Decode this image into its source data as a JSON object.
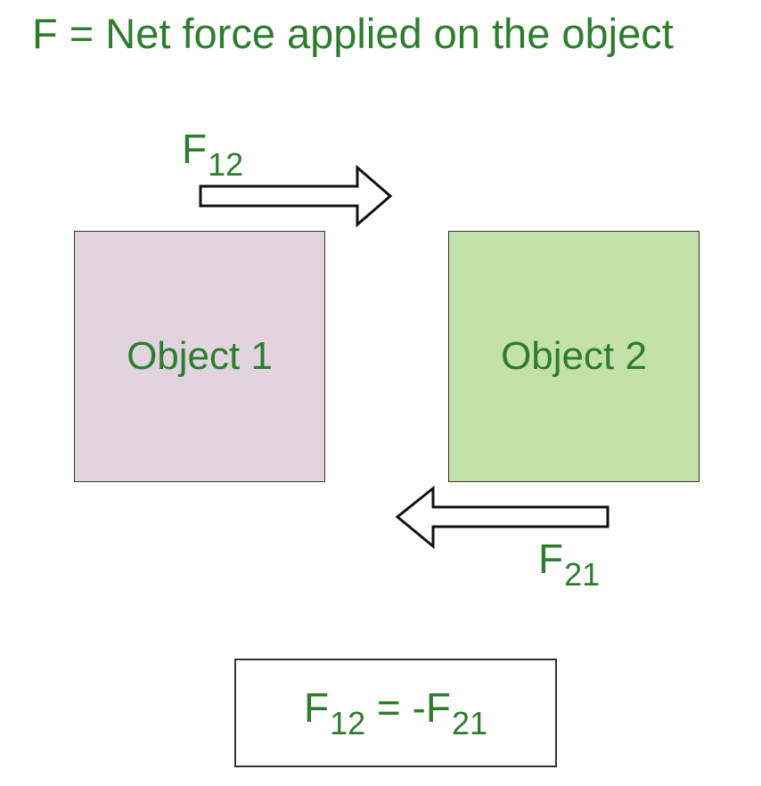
{
  "title": "F = Net force applied on the object",
  "force_12": {
    "symbol": "F",
    "subscript": "12",
    "direction": "right"
  },
  "force_21": {
    "symbol": "F",
    "subscript": "21",
    "direction": "left"
  },
  "objects": [
    {
      "label": "Object 1",
      "color": "#e1d4df"
    },
    {
      "label": "Object 2",
      "color": "#c4e0ab"
    }
  ],
  "equation": {
    "left_symbol": "F",
    "left_subscript": "12",
    "operator": " = -",
    "right_symbol": "F",
    "right_subscript": "21"
  },
  "text_color": "#2e7d2e"
}
